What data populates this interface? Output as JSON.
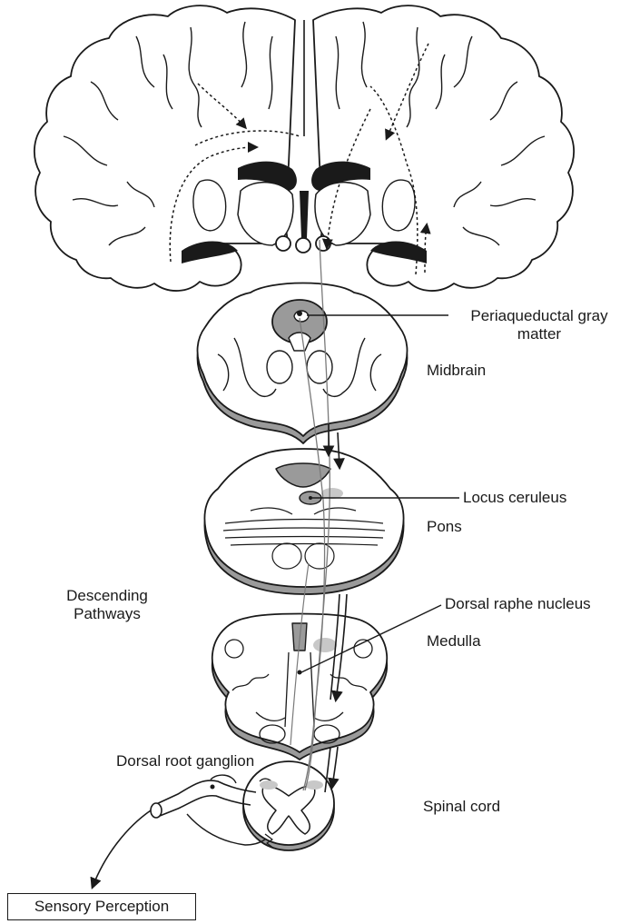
{
  "labels": {
    "periaqueductal_line1": "Periaqueductal gray",
    "periaqueductal_line2": "matter",
    "midbrain": "Midbrain",
    "locus_ceruleus": "Locus ceruleus",
    "pons": "Pons",
    "descending_line1": "Descending",
    "descending_line2": "Pathways",
    "dorsal_raphe": "Dorsal raphe nucleus",
    "medulla": "Medulla",
    "dorsal_root_ganglion": "Dorsal root ganglion",
    "spinal_cord": "Spinal cord",
    "sensory_perception": "Sensory Perception"
  },
  "colors": {
    "ink": "#1a1a1a",
    "gray_fill": "#9a9a9a",
    "light_gray_fill": "#c8c8c8",
    "paper": "#ffffff"
  }
}
